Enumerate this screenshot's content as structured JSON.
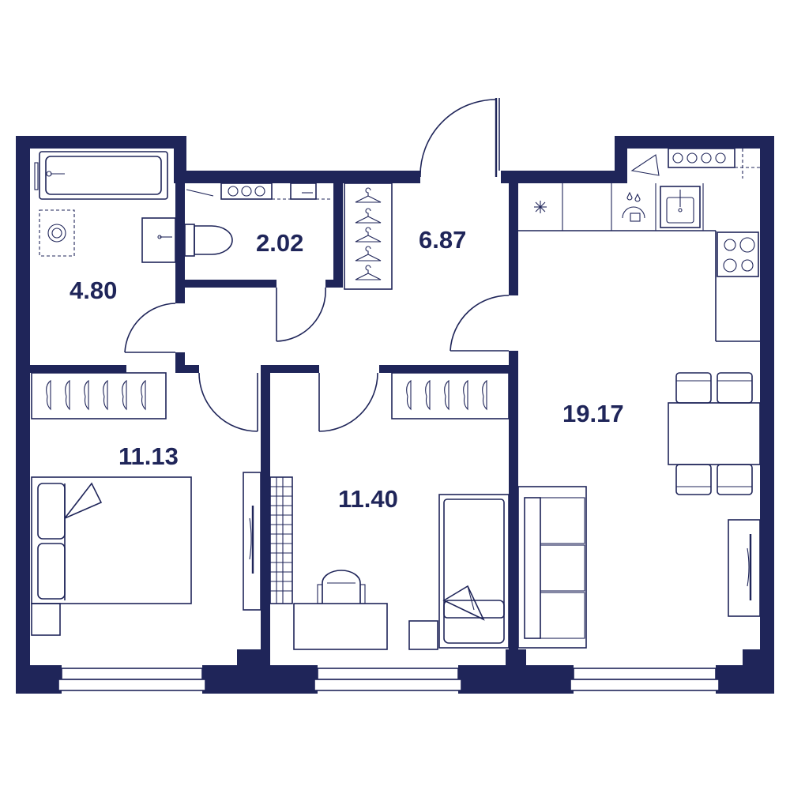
{
  "floor_plan": {
    "colors": {
      "wall": "#1f2559",
      "background": "#ffffff"
    },
    "rooms": [
      {
        "id": "bathroom",
        "area": "4.80",
        "icons": [
          "bathtub-icon",
          "washing-machine-icon",
          "sink-icon"
        ]
      },
      {
        "id": "toilet",
        "area": "2.02",
        "icons": [
          "toilet-icon",
          "sink-icon"
        ]
      },
      {
        "id": "hallway",
        "area": "6.87",
        "icons": [
          "wardrobe-hanger-icon"
        ]
      },
      {
        "id": "kitchen-living",
        "area": "19.17",
        "icons": [
          "fridge-icon",
          "sink-icon",
          "stove-icon",
          "dining-table-icon",
          "sofa-icon",
          "tv-icon"
        ]
      },
      {
        "id": "bedroom",
        "area": "11.13",
        "icons": [
          "double-bed-icon",
          "wardrobe-icon",
          "tv-icon"
        ]
      },
      {
        "id": "bedroom-2",
        "area": "11.40",
        "icons": [
          "single-bed-icon",
          "desk-icon",
          "chair-icon",
          "bookshelf-icon"
        ]
      }
    ]
  }
}
